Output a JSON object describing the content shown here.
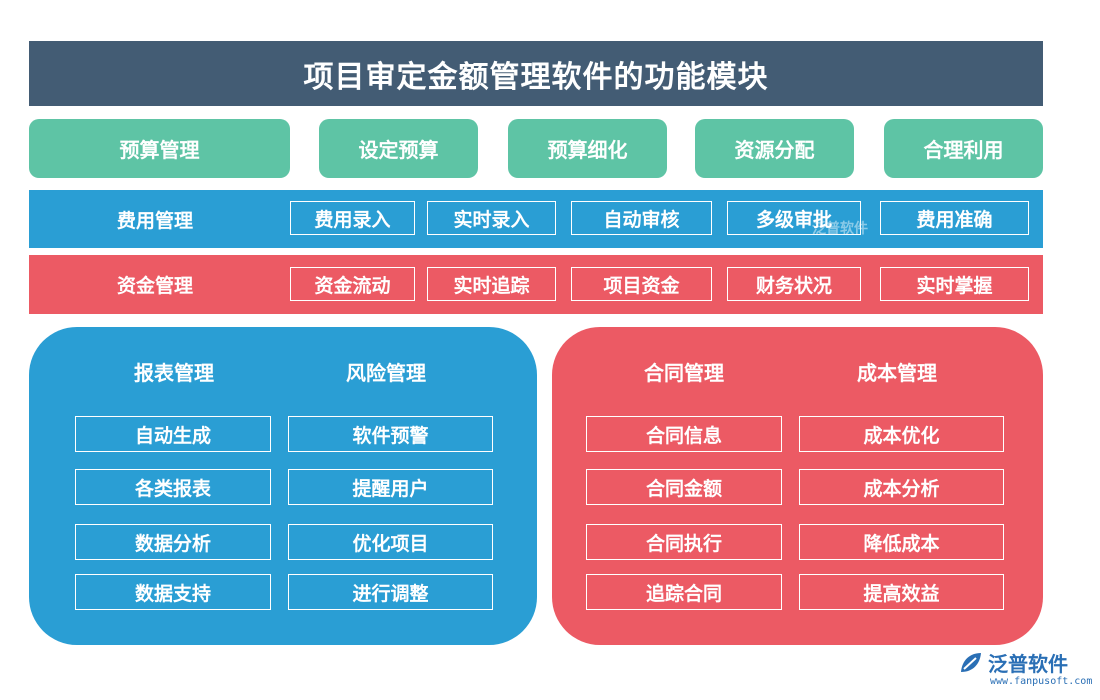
{
  "title": "项目审定金额管理软件的功能模块",
  "top_row": [
    "预算管理",
    "设定预算",
    "预算细化",
    "资源分配",
    "合理利用"
  ],
  "fee_band": {
    "label": "费用管理",
    "items": [
      "费用录入",
      "实时录入",
      "自动审核",
      "多级审批",
      "费用准确"
    ]
  },
  "fund_band": {
    "label": "资金管理",
    "items": [
      "资金流动",
      "实时追踪",
      "项目资金",
      "财务状况",
      "实时掌握"
    ]
  },
  "left_panel": {
    "col1": {
      "heading": "报表管理",
      "items": [
        "自动生成",
        "各类报表",
        "数据分析",
        "数据支持"
      ]
    },
    "col2": {
      "heading": "风险管理",
      "items": [
        "软件预警",
        "提醒用户",
        "优化项目",
        "进行调整"
      ]
    }
  },
  "right_panel": {
    "col1": {
      "heading": "合同管理",
      "items": [
        "合同信息",
        "合同金额",
        "合同执行",
        "追踪合同"
      ]
    },
    "col2": {
      "heading": "成本管理",
      "items": [
        "成本优化",
        "成本分析",
        "降低成本",
        "提高效益"
      ]
    }
  },
  "watermark": "泛普软件",
  "logo": {
    "name": "泛普软件",
    "url": "www.fanpusoft.com"
  },
  "colors": {
    "title_bg": "#435c74",
    "green": "#5ec4a5",
    "blue": "#2a9ed4",
    "red": "#ec5a64"
  }
}
